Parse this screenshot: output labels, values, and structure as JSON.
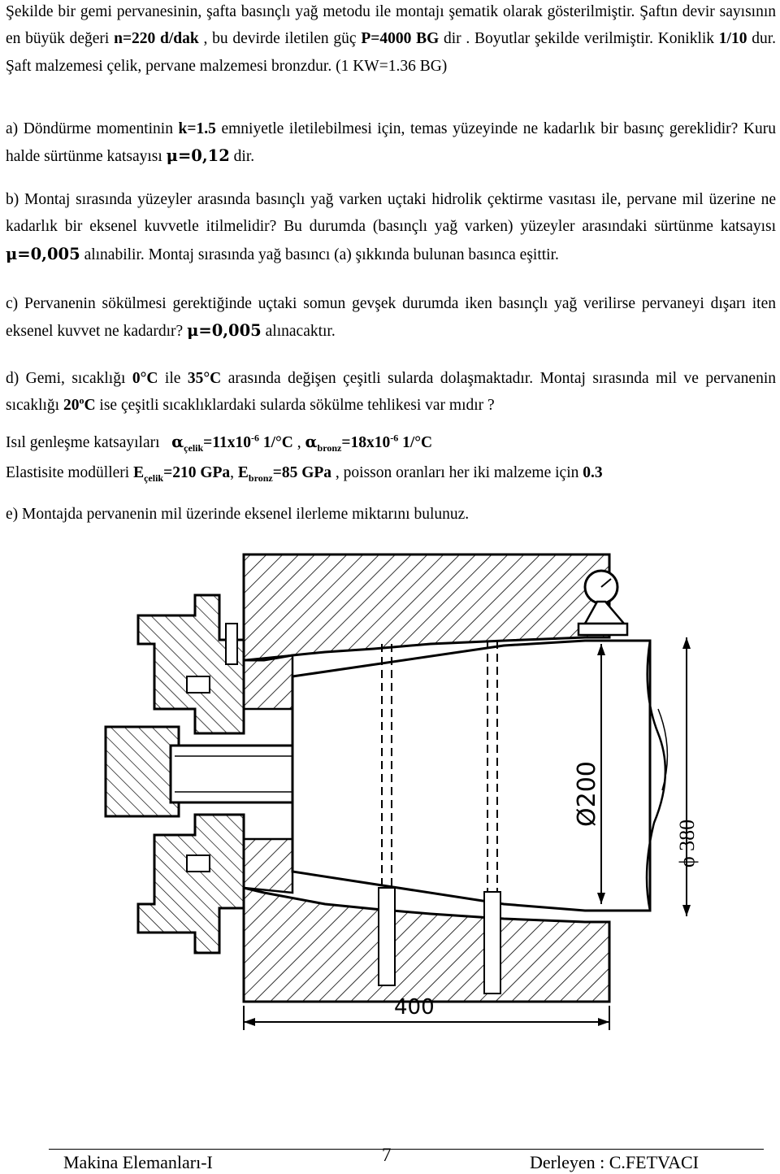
{
  "intro": {
    "s1": "Şekilde bir gemi pervanesinin, şafta basınçlı yağ metodu ile montajı şematik olarak gösterilmiştir. Şaftın devir sayısının en büyük değeri ",
    "n": "n=220 d/dak",
    "s2": " , bu devirde iletilen güç ",
    "P": "P=4000 BG",
    "s3": " dir . Boyutlar şekilde verilmiştir. Koniklik ",
    "kon": "1/10",
    "s4": " dur. Şaft malzemesi çelik, pervane malzemesi bronzdur. (1 KW=1.36 BG)"
  },
  "qa": {
    "s1": "a) Döndürme momentinin ",
    "k": "k=1.5",
    "s2": " emniyetle iletilebilmesi için, temas yüzeyinde ne kadarlık bir basınç gereklidir? Kuru halde sürtünme katsayısı ",
    "mu": "μ=0,12",
    "s3": " dir."
  },
  "qb": {
    "s1": "b) Montaj sırasında yüzeyler arasında basınçlı yağ varken uçtaki hidrolik çektirme vasıtası ile, pervane mil üzerine ne kadarlık bir eksenel kuvvetle itilmelidir? Bu durumda (basınçlı yağ varken) yüzeyler arasındaki sürtünme katsayısı ",
    "mu": "μ=0,005",
    "s2": " alınabilir. Montaj sırasında yağ basıncı (a) şıkkında bulunan basınca eşittir."
  },
  "qc": {
    "s1": "c) Pervanenin sökülmesi gerektiğinde uçtaki somun gevşek durumda iken basınçlı yağ verilirse pervaneyi dışarı iten eksenel kuvvet ne kadardır? ",
    "mu": "μ=0,005",
    "s2": " alınacaktır."
  },
  "qd": {
    "s1": "d) Gemi, sıcaklığı ",
    "t1": "0°C",
    "s2": " ile ",
    "t2": "35°C",
    "s3": " arasında değişen çeşitli sularda dolaşmaktadır. Montaj sırasında mil ve pervanenin sıcaklığı ",
    "t3": "20",
    "t3sup": "o",
    "t3c": "C",
    "s4": " ise çeşitli sıcaklıklardaki sularda sökülme tehlikesi var mıdır ?"
  },
  "isil": {
    "label": "Isıl genleşme katsayıları",
    "alpha": "α",
    "celik_sub": "çelik",
    "celik_val": "=11x10",
    "celik_exp": "-6",
    "celik_unit": " 1/°C",
    "sep": " , ",
    "bronz_sub": "bronz",
    "bronz_val": "=18x10",
    "bronz_exp": "-6",
    "bronz_unit": " 1/°C"
  },
  "elast": {
    "label": "Elastisite modülleri ",
    "E": "E",
    "celik_sub": "çelik",
    "celik_val": "=210 GPa",
    "sep": ", ",
    "bronz_sub": "bronz",
    "bronz_val": "=85 GPa",
    "s2": " , poisson oranları her iki malzeme için ",
    "nu": "0.3"
  },
  "qe": {
    "text": "e) Montajda pervanenin mil üzerinde eksenel ilerleme miktarını bulunuz."
  },
  "drawing": {
    "dim_inner": "Ø200",
    "dim_outer": "ϕ 380",
    "dim_length": "400"
  },
  "footer": {
    "left": "Makina Elemanları-I",
    "page": "7",
    "right": "Derleyen : C.FETVACI"
  }
}
